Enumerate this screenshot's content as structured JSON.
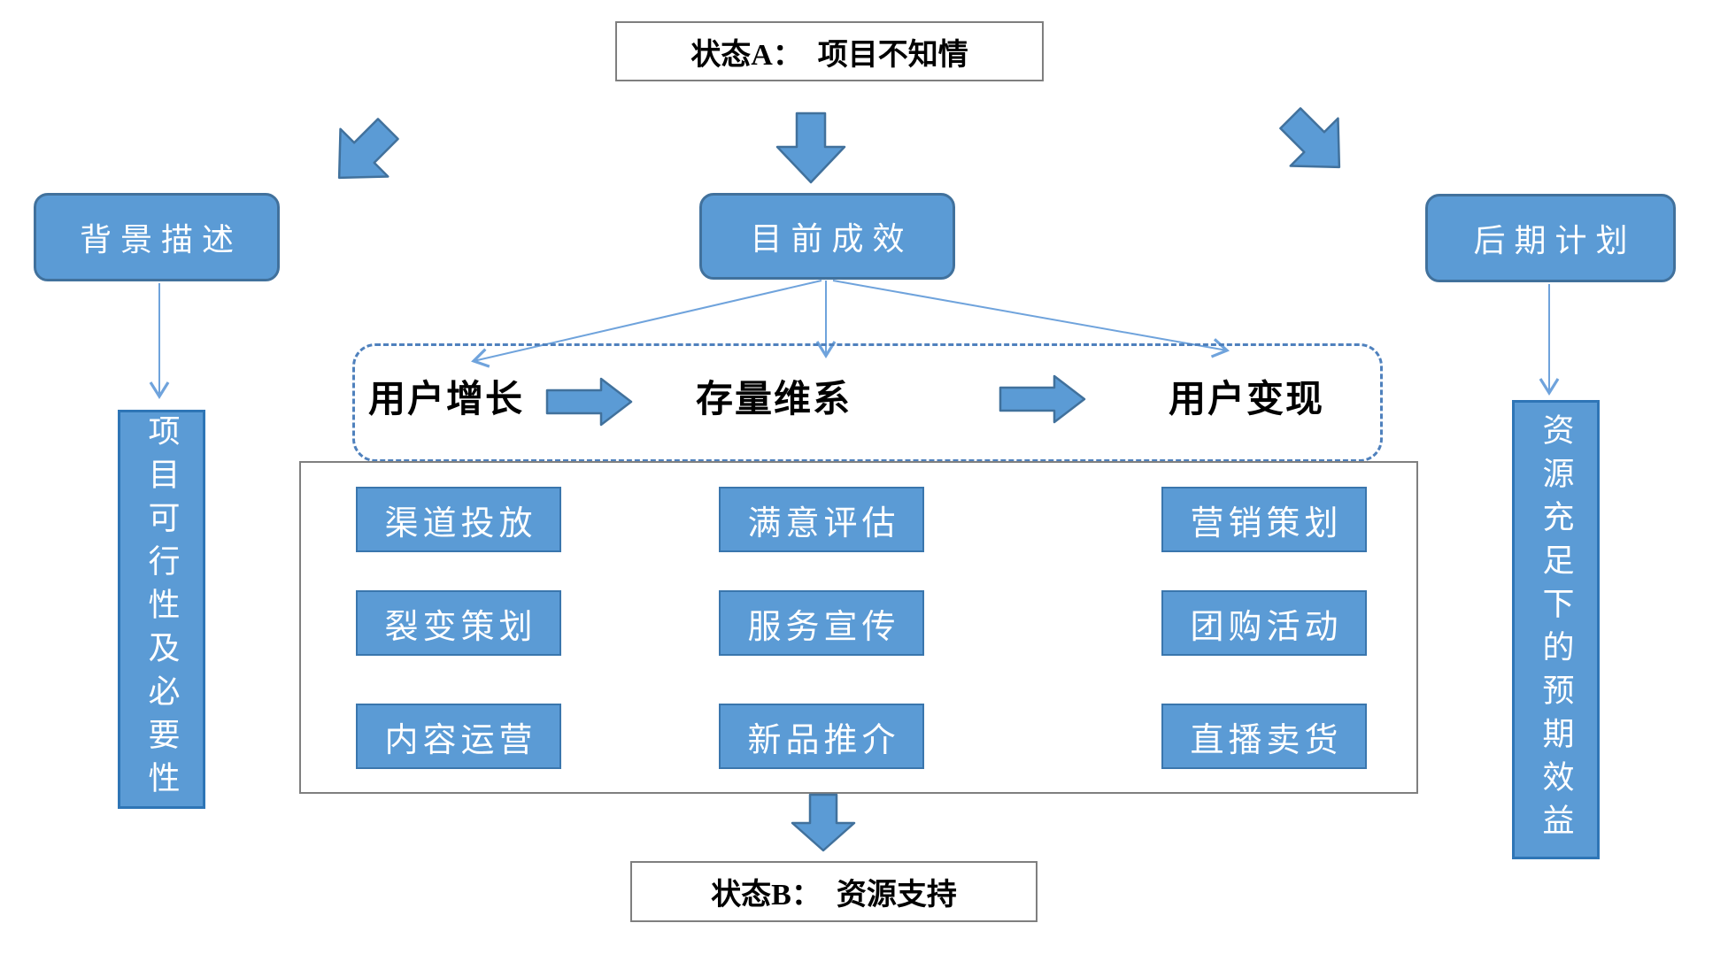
{
  "diagram": {
    "state_a": "状态A：　项目不知情",
    "state_b": "状态B：　资源支持",
    "nodes": {
      "background": "背景描述",
      "current": "目前成效",
      "future": "后期计划"
    },
    "side_notes": {
      "left": "项目可行性及必要性",
      "right": "资源充足下的预期效益"
    },
    "stages": [
      {
        "label": "用户增长"
      },
      {
        "label": "存量维系"
      },
      {
        "label": "用户变现"
      }
    ],
    "grid": {
      "columns": [
        {
          "items": [
            "渠道投放",
            "裂变策划",
            "内容运营"
          ]
        },
        {
          "items": [
            "满意评估",
            "服务宣传",
            "新品推介"
          ]
        },
        {
          "items": [
            "营销策划",
            "团购活动",
            "直播卖货"
          ]
        }
      ]
    },
    "colors": {
      "shape_fill": "#5b9bd5",
      "shape_border": "#41719c",
      "connector": "#6fa3dc",
      "dashed_border": "#4f81bd",
      "gray_border": "#7f7f7f"
    }
  }
}
